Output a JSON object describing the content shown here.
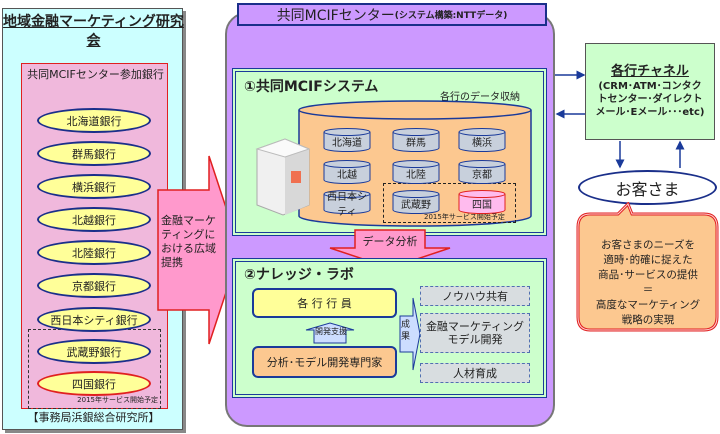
{
  "left_panel": {
    "title": "地域金融マーケティング研究会",
    "member_label": "共同MCIFセンター参加銀行",
    "banks": [
      "北海道銀行",
      "群馬銀行",
      "横浜銀行",
      "北越銀行",
      "北陸銀行",
      "京都銀行",
      "西日本シティ銀行",
      "武蔵野銀行",
      "四国銀行"
    ],
    "planned_note": "2015年サービス開始予定",
    "footer": "【事務局浜銀総合研究所】"
  },
  "partnership_arrow": {
    "label": "金融マーケティングにおける広域提携"
  },
  "center": {
    "title": "共同MCIFセンター",
    "subtitle": "(システム構築:NTTデータ)",
    "system": {
      "title": "①共同MCIFシステム",
      "storage_label": "各行のデータ収納",
      "databases": [
        "北海道",
        "群馬",
        "横浜",
        "北越",
        "北陸",
        "京都",
        "西日本シティ",
        "武蔵野",
        "四国"
      ],
      "planned_note": "2015年サービス開始予定"
    },
    "analysis_arrow": "データ分析",
    "lab": {
      "title": "②ナレッジ・ラボ",
      "staff": "各 行 行 員",
      "support": "開発支援",
      "experts": "分析･モデル開発専門家",
      "results": "成果",
      "outcomes": [
        "ノウハウ共有",
        "金融マーケティングモデル開発",
        "人材育成"
      ]
    }
  },
  "channels": {
    "title": "各行チャネル",
    "detail": "(CRM･ATM･コンタクトセンター･ダイレクトメール･Eメール･･･etc)"
  },
  "customer": "お客さま",
  "goal": {
    "lines": [
      "お客さまのニーズを",
      "適時･的確に捉えた",
      "商品･サービスの提供",
      "＝",
      "高度なマーケティング",
      "戦略の実現"
    ]
  },
  "colors": {
    "navy": "#1a2f8a",
    "red": "#e02020",
    "purple": "#cc99ff",
    "green": "#ccffcc",
    "orange": "#fcc890"
  }
}
